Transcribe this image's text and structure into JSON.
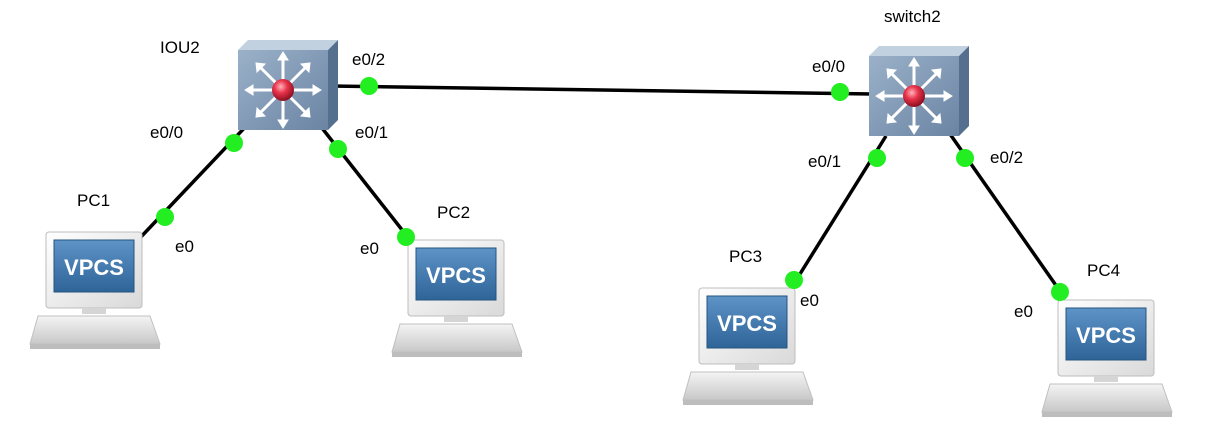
{
  "colors": {
    "link": "#000000",
    "port_dot": "#22ee22",
    "switch_face": "#7d96b3",
    "switch_top": "#b4c5d7",
    "switch_side": "#566f8c",
    "switch_center": "#e8334a",
    "pc_screen": "#3f78ad",
    "pc_body": "#f2f2f2",
    "pc_shadow": "#cfcfcf"
  },
  "icons": {
    "switch": "multilayer-switch-icon",
    "pc": "vpcs-computer-icon"
  },
  "nodes": {
    "iou2": {
      "label": "IOU2"
    },
    "switch2": {
      "label": "switch2"
    },
    "pc1": {
      "label": "PC1",
      "screen_text": "VPCS"
    },
    "pc2": {
      "label": "PC2",
      "screen_text": "VPCS"
    },
    "pc3": {
      "label": "PC3",
      "screen_text": "VPCS"
    },
    "pc4": {
      "label": "PC4",
      "screen_text": "VPCS"
    }
  },
  "links": [
    {
      "a": "IOU2",
      "a_port": "e0/2",
      "b": "switch2",
      "b_port": "e0/0"
    },
    {
      "a": "IOU2",
      "a_port": "e0/0",
      "b": "PC1",
      "b_port": "e0"
    },
    {
      "a": "IOU2",
      "a_port": "e0/1",
      "b": "PC2",
      "b_port": "e0"
    },
    {
      "a": "switch2",
      "a_port": "e0/1",
      "b": "PC3",
      "b_port": "e0"
    },
    {
      "a": "switch2",
      "a_port": "e0/2",
      "b": "PC4",
      "b_port": "e0"
    }
  ]
}
